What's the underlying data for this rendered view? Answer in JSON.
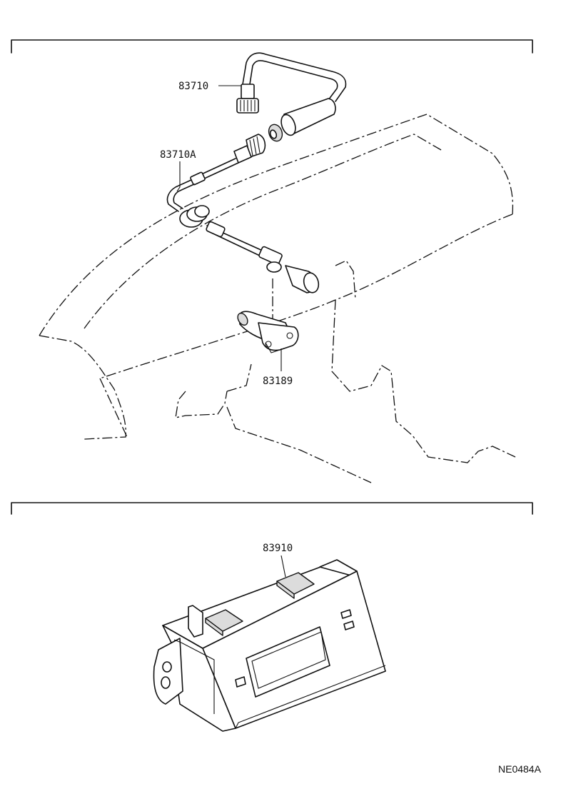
{
  "parts": {
    "p83710": "83710",
    "p83710A": "83710A",
    "p83189": "83189",
    "p83910": "83910"
  },
  "figure_code": "NE0484A"
}
